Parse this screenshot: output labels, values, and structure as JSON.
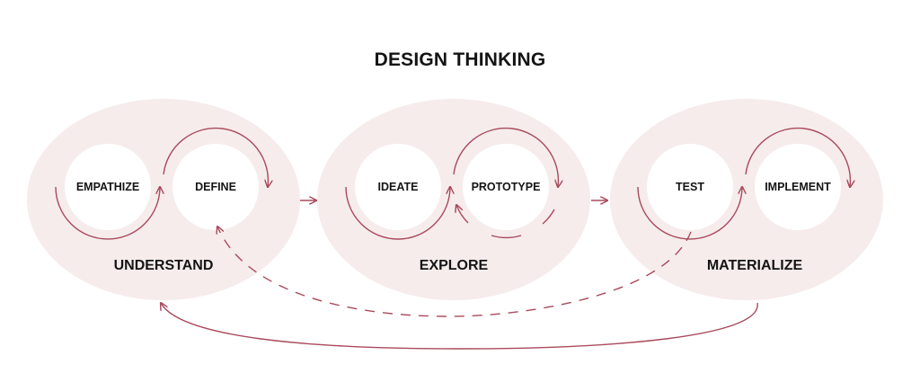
{
  "title": "DESIGN THINKING",
  "colors": {
    "phase_fill": "#f6ecec",
    "circle_fill": "#ffffff",
    "arrow": "#a94a5c",
    "text": "#141414"
  },
  "phases": [
    {
      "name": "UNDERSTAND",
      "steps": [
        "EMPATHIZE",
        "DEFINE"
      ]
    },
    {
      "name": "EXPLORE",
      "steps": [
        "IDEATE",
        "PROTOTYPE"
      ]
    },
    {
      "name": "MATERIALIZE",
      "steps": [
        "TEST",
        "IMPLEMENT"
      ]
    }
  ],
  "connectors": [
    {
      "from": "UNDERSTAND",
      "to": "EXPLORE",
      "style": "solid"
    },
    {
      "from": "EXPLORE",
      "to": "MATERIALIZE",
      "style": "solid"
    },
    {
      "from": "TEST",
      "to": "DEFINE",
      "style": "dashed"
    },
    {
      "from": "MATERIALIZE",
      "to": "UNDERSTAND",
      "style": "solid"
    }
  ]
}
